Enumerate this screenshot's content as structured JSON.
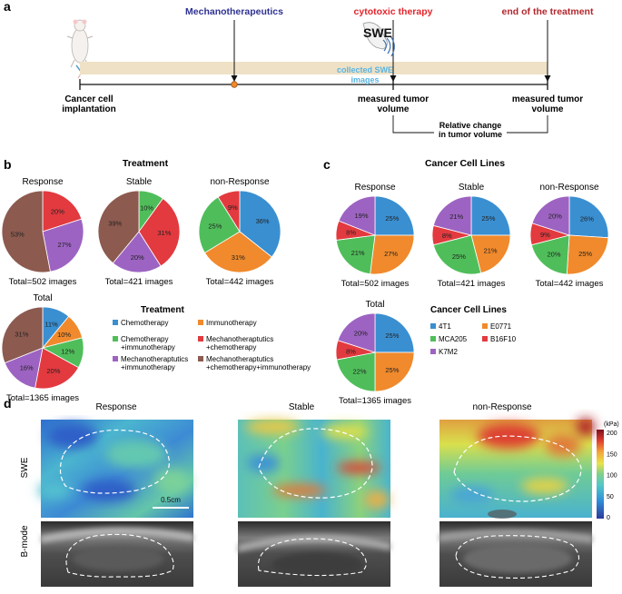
{
  "panel_a": {
    "letter": "a",
    "events": {
      "mechano": "Mechanotherapeutics",
      "cytotoxic": "cytotoxic therapy",
      "end": "end of the treatment"
    },
    "swe_label": "SWE",
    "collected_line1": "collected SWE",
    "collected_line2": "images",
    "below": {
      "cancer_line1": "Cancer cell",
      "cancer_line2": "implantation",
      "measured1_line1": "measured tumor",
      "measured1_line2": "volume",
      "measured2_line1": "measured tumor",
      "measured2_line2": "volume",
      "relative_line1": "Relative change",
      "relative_line2": "in tumor volume"
    },
    "colors": {
      "mechano": "#2e3192",
      "cytotoxic": "#e5242b",
      "end": "#b3272d",
      "collected": "#5bb4e0",
      "band": "#efe1c6"
    }
  },
  "panel_b": {
    "letter": "b",
    "title": "Treatment",
    "legend_title": "Treatment",
    "legend": [
      {
        "label_lines": [
          "Chemotherapy"
        ],
        "color": "#3a8fd1"
      },
      {
        "label_lines": [
          "Immunotherapy"
        ],
        "color": "#f08a2c"
      },
      {
        "label_lines": [
          "Chemotherapy",
          "+immunotherapy"
        ],
        "color": "#4fbe5a"
      },
      {
        "label_lines": [
          "Mechanotheraptutics",
          "+chemotherapy"
        ],
        "color": "#e23a3f"
      },
      {
        "label_lines": [
          "Mechanotheraptutics",
          "+immunotherapy"
        ],
        "color": "#9d63c2"
      },
      {
        "label_lines": [
          "Mechanotheraptutics",
          "+chemotherapy+immunotherapy"
        ],
        "color": "#8c5a4f"
      }
    ]
  },
  "panel_c": {
    "letter": "c",
    "title": "Cancer Cell Lines",
    "legend_title": "Cancer Cell Lines",
    "legend": [
      {
        "label": "4T1",
        "color": "#3a8fd1"
      },
      {
        "label": "E0771",
        "color": "#f08a2c"
      },
      {
        "label": "MCA205",
        "color": "#4fbe5a"
      },
      {
        "label": "B16F10",
        "color": "#e23a3f"
      },
      {
        "label": "K7M2",
        "color": "#9d63c2"
      }
    ]
  },
  "chart_data": [
    {
      "type": "pie",
      "title": "Response",
      "caption": "Total=502 images",
      "slices": [
        {
          "label": "20%",
          "value": 20,
          "color": "#e23a3f"
        },
        {
          "label": "27%",
          "value": 27,
          "color": "#9d63c2"
        },
        {
          "label": "53%",
          "value": 53,
          "color": "#8c5a4f"
        }
      ]
    },
    {
      "type": "pie",
      "title": "Stable",
      "caption": "Total=421 images",
      "slices": [
        {
          "label": "10%",
          "value": 10,
          "color": "#4fbe5a"
        },
        {
          "label": "31%",
          "value": 31,
          "color": "#e23a3f"
        },
        {
          "label": "20%",
          "value": 20,
          "color": "#9d63c2"
        },
        {
          "label": "39%",
          "value": 39,
          "color": "#8c5a4f"
        }
      ]
    },
    {
      "type": "pie",
      "title": "non-Response",
      "caption": "Total=442 images",
      "slices": [
        {
          "label": "36%",
          "value": 36,
          "color": "#3a8fd1"
        },
        {
          "label": "31%",
          "value": 31,
          "color": "#f08a2c"
        },
        {
          "label": "25%",
          "value": 25,
          "color": "#4fbe5a"
        },
        {
          "label": "9%",
          "value": 9,
          "color": "#e23a3f"
        }
      ]
    },
    {
      "type": "pie",
      "title": "Total",
      "caption": "Total=1365 images",
      "slices": [
        {
          "label": "11%",
          "value": 11,
          "color": "#3a8fd1"
        },
        {
          "label": "10%",
          "value": 10,
          "color": "#f08a2c"
        },
        {
          "label": "12%",
          "value": 12,
          "color": "#4fbe5a"
        },
        {
          "label": "20%",
          "value": 20,
          "color": "#e23a3f"
        },
        {
          "label": "16%",
          "value": 16,
          "color": "#9d63c2"
        },
        {
          "label": "31%",
          "value": 31,
          "color": "#8c5a4f"
        }
      ]
    },
    {
      "type": "pie",
      "title": "Response",
      "caption": "Total=502 images",
      "slices": [
        {
          "label": "25%",
          "value": 25,
          "color": "#3a8fd1"
        },
        {
          "label": "27%",
          "value": 27,
          "color": "#f08a2c"
        },
        {
          "label": "21%",
          "value": 21,
          "color": "#4fbe5a"
        },
        {
          "label": "8%",
          "value": 8,
          "color": "#e23a3f"
        },
        {
          "label": "19%",
          "value": 19,
          "color": "#9d63c2"
        }
      ]
    },
    {
      "type": "pie",
      "title": "Stable",
      "caption": "Total=421 images",
      "slices": [
        {
          "label": "25%",
          "value": 25,
          "color": "#3a8fd1"
        },
        {
          "label": "21%",
          "value": 21,
          "color": "#f08a2c"
        },
        {
          "label": "25%",
          "value": 25,
          "color": "#4fbe5a"
        },
        {
          "label": "8%",
          "value": 8,
          "color": "#e23a3f"
        },
        {
          "label": "21%",
          "value": 21,
          "color": "#9d63c2"
        }
      ]
    },
    {
      "type": "pie",
      "title": "non-Response",
      "caption": "Total=442 images",
      "slices": [
        {
          "label": "26%",
          "value": 26,
          "color": "#3a8fd1"
        },
        {
          "label": "25%",
          "value": 25,
          "color": "#f08a2c"
        },
        {
          "label": "20%",
          "value": 20,
          "color": "#4fbe5a"
        },
        {
          "label": "9%",
          "value": 9,
          "color": "#e23a3f"
        },
        {
          "label": "20%",
          "value": 20,
          "color": "#9d63c2"
        }
      ]
    },
    {
      "type": "pie",
      "title": "Total",
      "caption": "Total=1365 images",
      "slices": [
        {
          "label": "25%",
          "value": 25,
          "color": "#3a8fd1"
        },
        {
          "label": "25%",
          "value": 25,
          "color": "#f08a2c"
        },
        {
          "label": "22%",
          "value": 22,
          "color": "#4fbe5a"
        },
        {
          "label": "8%",
          "value": 8,
          "color": "#e23a3f"
        },
        {
          "label": "20%",
          "value": 20,
          "color": "#9d63c2"
        }
      ]
    }
  ],
  "panel_d": {
    "letter": "d",
    "columns": [
      "Response",
      "Stable",
      "non-Response"
    ],
    "rows": [
      "SWE",
      "B-mode"
    ],
    "scale_bar": "0.5cm",
    "colorbar": {
      "unit": "(kPa)",
      "ticks": [
        "200",
        "150",
        "100",
        "50",
        "0"
      ]
    }
  }
}
